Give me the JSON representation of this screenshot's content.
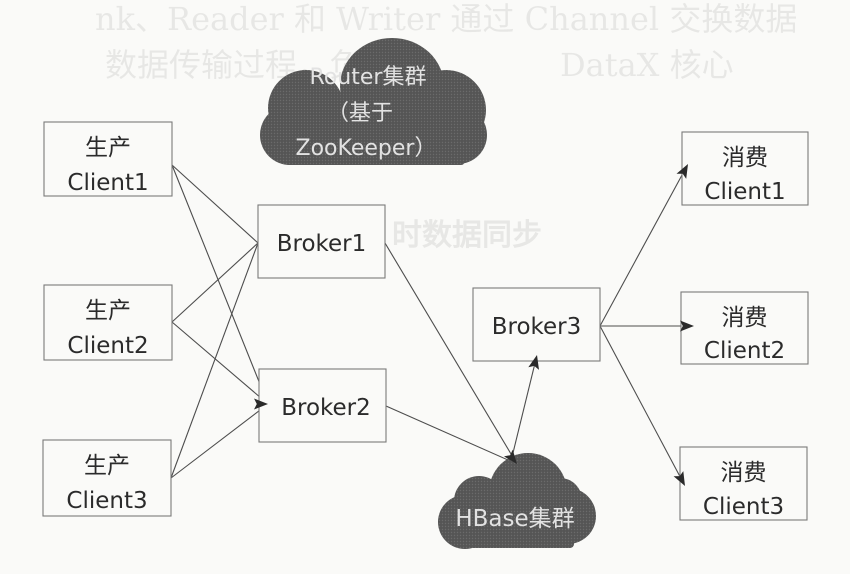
{
  "diagram": {
    "producers": [
      {
        "id": "producer1",
        "role": "生产",
        "name": "Client1"
      },
      {
        "id": "producer2",
        "role": "生产",
        "name": "Client2"
      },
      {
        "id": "producer3",
        "role": "生产",
        "name": "Client3"
      }
    ],
    "brokers": [
      {
        "id": "broker1",
        "name": "Broker1"
      },
      {
        "id": "broker2",
        "name": "Broker2"
      },
      {
        "id": "broker3",
        "name": "Broker3"
      }
    ],
    "consumers": [
      {
        "id": "consumer1",
        "role": "消费",
        "name": "Client1"
      },
      {
        "id": "consumer2",
        "role": "消费",
        "name": "Client2"
      },
      {
        "id": "consumer3",
        "role": "消费",
        "name": "Client3"
      }
    ],
    "clouds": {
      "router": {
        "id": "router",
        "lines": [
          "Router集群",
          "（基于",
          "ZooKeeper）"
        ]
      },
      "hbase": {
        "id": "hbase",
        "lines": [
          "HBase集群"
        ]
      }
    },
    "edges": [
      {
        "from": "producer1",
        "to": "broker1",
        "arrow": false
      },
      {
        "from": "producer1",
        "to": "broker2",
        "arrow": true
      },
      {
        "from": "producer2",
        "to": "broker1",
        "arrow": false
      },
      {
        "from": "producer2",
        "to": "broker2",
        "arrow": true
      },
      {
        "from": "producer3",
        "to": "broker1",
        "arrow": false
      },
      {
        "from": "producer3",
        "to": "broker2",
        "arrow": true
      },
      {
        "from": "broker1",
        "to": "hbase",
        "arrow": true
      },
      {
        "from": "broker2",
        "to": "hbase",
        "arrow": true
      },
      {
        "from": "hbase",
        "to": "broker3",
        "arrow": true
      },
      {
        "from": "broker3",
        "to": "consumer1",
        "arrow": true
      },
      {
        "from": "broker3",
        "to": "consumer2",
        "arrow": true
      },
      {
        "from": "broker3",
        "to": "consumer3",
        "arrow": true
      }
    ],
    "colors": {
      "paper": "#fafaf8",
      "box_border": "#7a7a7a",
      "box_fill": "#fafaf8",
      "text": "#2b2b2b",
      "line": "#4d4d4d",
      "arrowhead": "#2a2a2a",
      "cloud_fill": "#555555",
      "cloud_dot": "#6b6b6b",
      "cloud_text": "#e2e2e2"
    }
  },
  "background_text": [
    "nk、Reader 和 Writer 通过 Channel 交换数据",
    "数据传输过程，负责",
    "DataX 核心",
    "时数据同步"
  ]
}
